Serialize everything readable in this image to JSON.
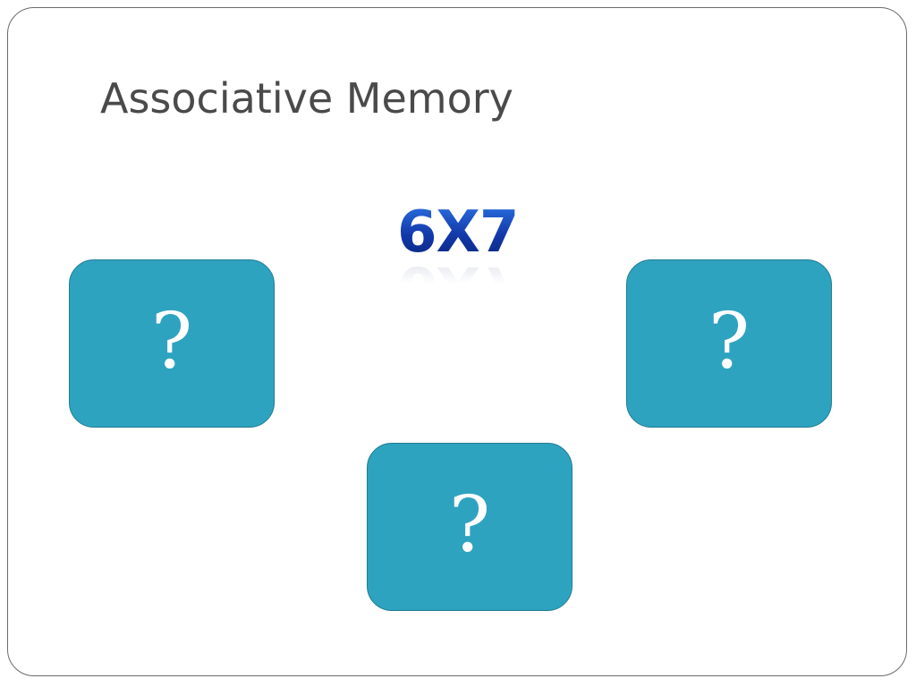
{
  "slide": {
    "title": "Associative Memory",
    "equation": "6X7"
  },
  "cards": [
    {
      "position": "left",
      "symbol": "?"
    },
    {
      "position": "right",
      "symbol": "?"
    },
    {
      "position": "bottom-center",
      "symbol": "?"
    }
  ],
  "colors": {
    "card_fill": "#2ea3bf",
    "card_border": "#1f7d93",
    "equation_blue": "#1a44b8",
    "title_gray": "#4a4a4a"
  }
}
